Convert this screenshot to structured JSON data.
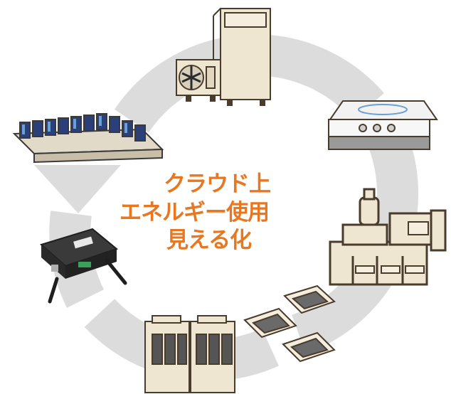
{
  "center_text": {
    "line1": "クラウド上",
    "line2": "エネルギー使用",
    "line3": "見える化"
  },
  "colors": {
    "accent": "#e87722",
    "cycle_ring": "#dcdcdc",
    "device_body": "#efe6d2",
    "device_outline": "#4a3c2c",
    "device_dark": "#2c2c2c",
    "chiller_blue": "#2b3f78",
    "panel_blue": "#6aa0d8"
  },
  "devices": [
    {
      "icon": "heat-pump-water-heater-icon"
    },
    {
      "icon": "gas-stove-icon"
    },
    {
      "icon": "industrial-equipment-icon"
    },
    {
      "icon": "ceiling-cassette-ac-icon"
    },
    {
      "icon": "vrf-outdoor-unit-icon"
    },
    {
      "icon": "iot-gateway-device-icon"
    },
    {
      "icon": "chiller-array-icon"
    }
  ]
}
